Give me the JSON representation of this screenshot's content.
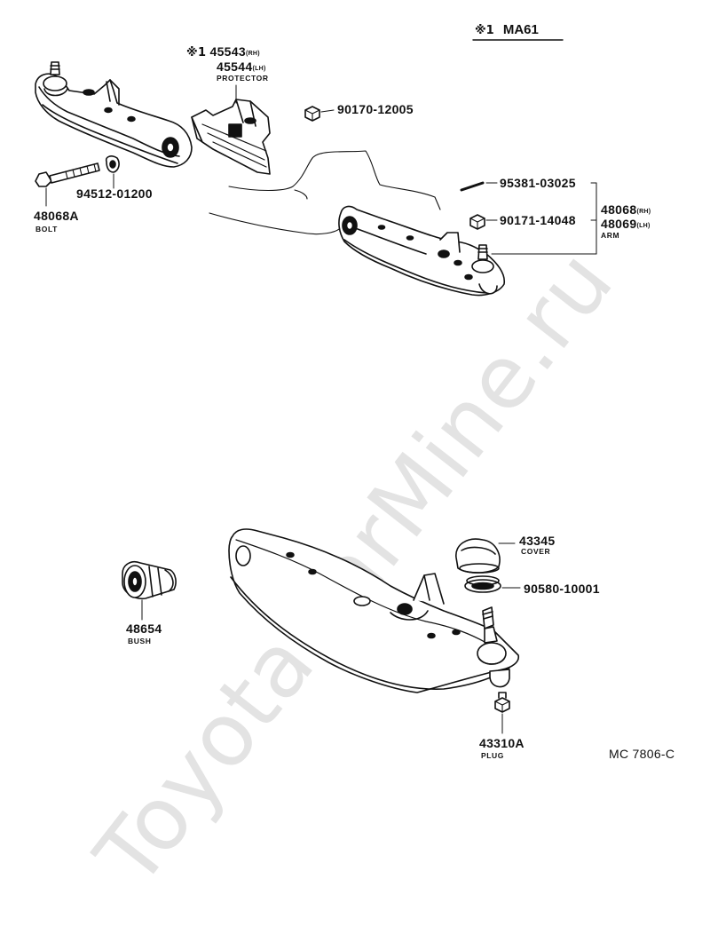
{
  "header": {
    "mark": "※1",
    "model": "MA61"
  },
  "watermark": "ToyotaCarMine.ru",
  "drawing_code": "MC 7806-C",
  "parts": {
    "protector": {
      "mark": "※1",
      "rh_number": "45543",
      "rh_suffix": "(RH)",
      "lh_number": "45544",
      "lh_suffix": "(LH)",
      "name": "PROTECTOR"
    },
    "nut_a": {
      "number": "90170-12005"
    },
    "washer": {
      "number": "94512-01200"
    },
    "bolt": {
      "number": "48068A",
      "name": "BOLT"
    },
    "pin": {
      "number": "95381-03025"
    },
    "nut_b": {
      "number": "90171-14048"
    },
    "arm": {
      "rh_number": "48068",
      "rh_suffix": "(RH)",
      "lh_number": "48069",
      "lh_suffix": "(LH)",
      "name": "ARM"
    },
    "cover": {
      "number": "43345",
      "name": "COVER"
    },
    "ring": {
      "number": "90580-10001"
    },
    "bush": {
      "number": "48654",
      "name": "BUSH"
    },
    "plug": {
      "number": "43310A",
      "name": "PLUG"
    }
  }
}
